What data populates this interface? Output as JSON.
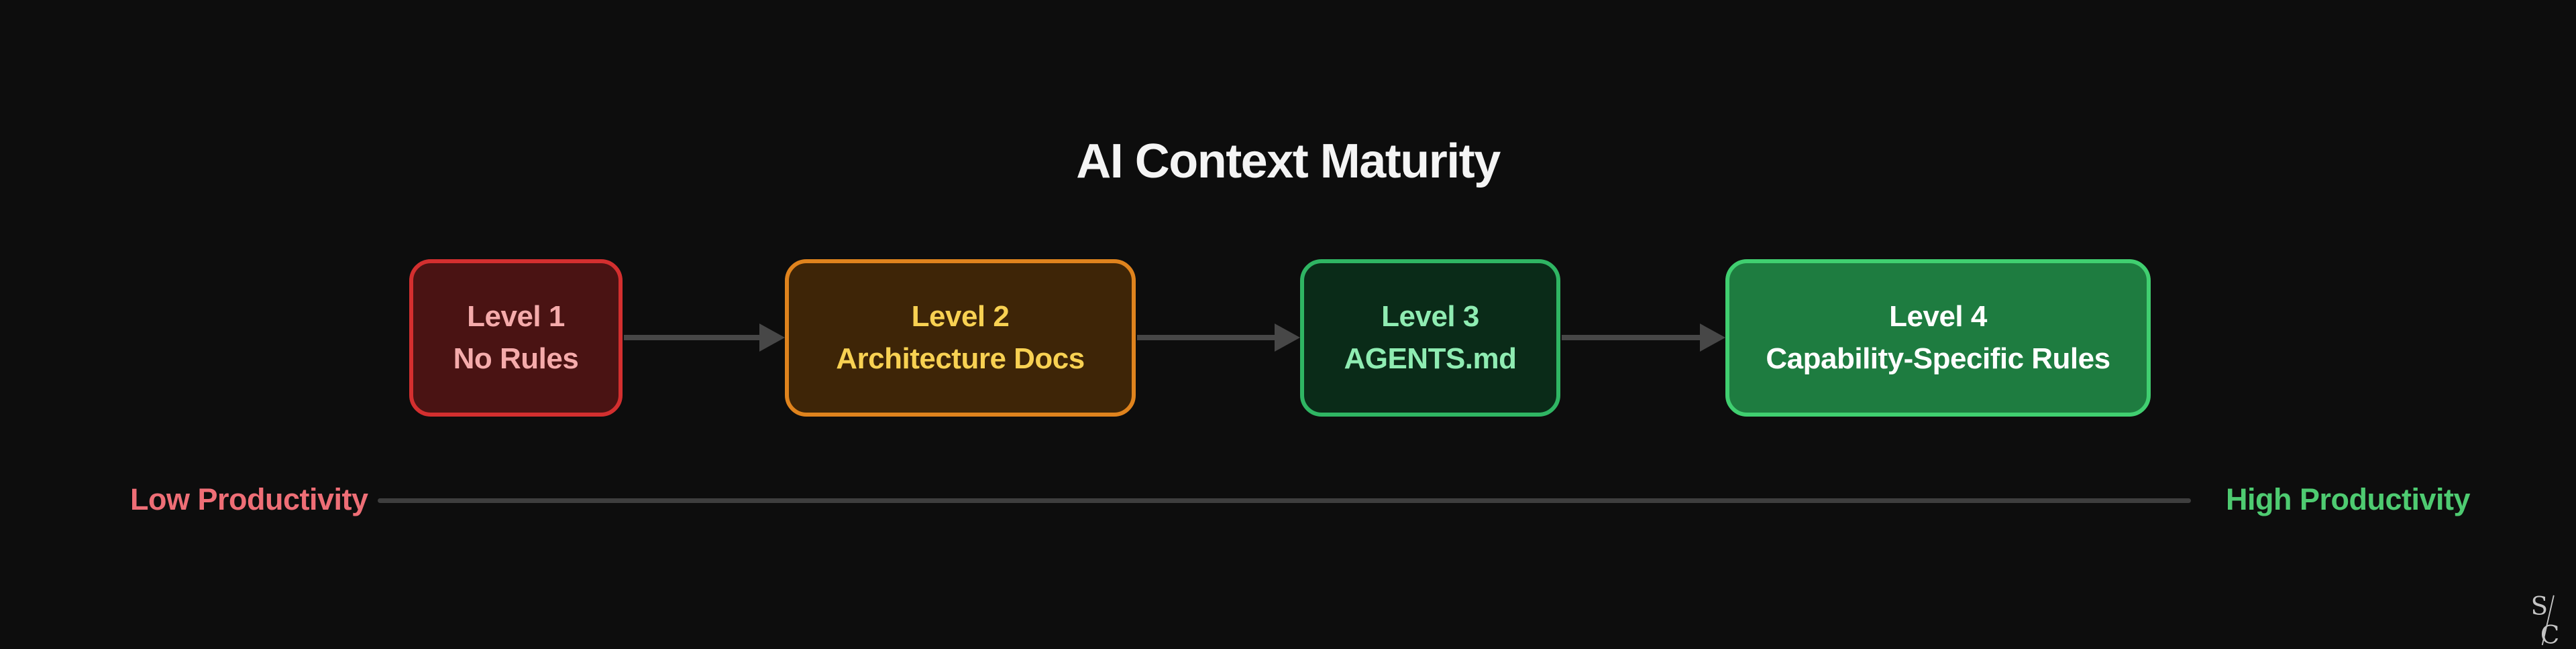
{
  "page": {
    "background_color": "#0d0d0d"
  },
  "title": {
    "text": "AI Context Maturity",
    "color": "#f4f4f4"
  },
  "diagram": {
    "levels": [
      {
        "label_line1": "Level 1",
        "label_line2": "No Rules",
        "fill_color": "#4a1313",
        "border_color": "#d32f2f",
        "text_color": "#f5abab"
      },
      {
        "label_line1": "Level 2",
        "label_line2": "Architecture Docs",
        "fill_color": "#3e2507",
        "border_color": "#df831d",
        "text_color": "#f8d152"
      },
      {
        "label_line1": "Level 3",
        "label_line2": "AGENTS.md",
        "fill_color": "#0a2b18",
        "border_color": "#2fb563",
        "text_color": "#8fecb2"
      },
      {
        "label_line1": "Level 4",
        "label_line2": "Capability-Specific Rules",
        "fill_color": "#1e7c40",
        "border_color": "#40cf70",
        "text_color": "#ffffff"
      }
    ],
    "connector_color": "#474747"
  },
  "axis": {
    "left_label": "Low Productivity",
    "right_label": "High Productivity",
    "left_label_color": "#ee6e76",
    "right_label_color": "#4ecb71",
    "line_color": "#3e3e3e"
  },
  "signature": {
    "top_letter": "S",
    "bottom_letter": "C"
  }
}
